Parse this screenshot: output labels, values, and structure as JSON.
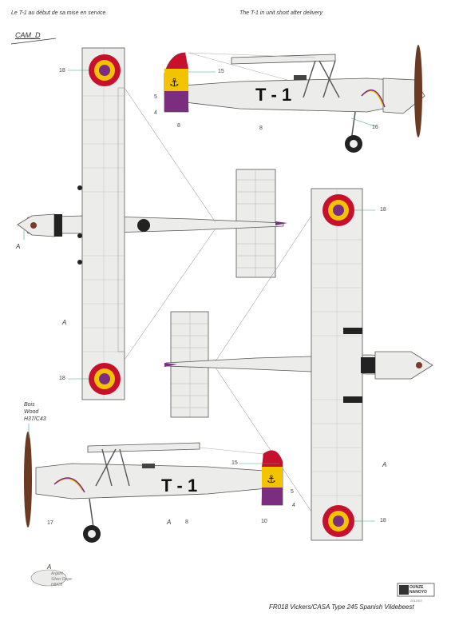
{
  "captions": {
    "left": "Le T-1 au début de sa mise en service.",
    "right": "The T-1 in unit short after delivery"
  },
  "scheme_id": "CAM_D",
  "aircraft_code": "T-1",
  "callouts": {
    "n18": "18",
    "n15": "15",
    "n5": "5",
    "n4": "4",
    "n8": "8",
    "n16": "16",
    "n17": "17",
    "n10": "10",
    "A": "A"
  },
  "prop_note": [
    "Bois",
    "Wood",
    "H37/C43"
  ],
  "legend_A": [
    "Argent",
    "Silver Dope",
    "H8/C8"
  ],
  "footer": {
    "title": "FR018 Vickers/CASA Type 245 Spanish Vildebeest",
    "logo": "OUNZE NANOYO",
    "small": "2012/03"
  },
  "colors": {
    "silver": "#ececea",
    "outline": "#555555",
    "red": "#c8102e",
    "yellow": "#f3c300",
    "purple": "#7b2d7f",
    "roundel_inner": "#7b2d7f",
    "prop": "#6b3a22",
    "leader": "#3aa87a"
  }
}
